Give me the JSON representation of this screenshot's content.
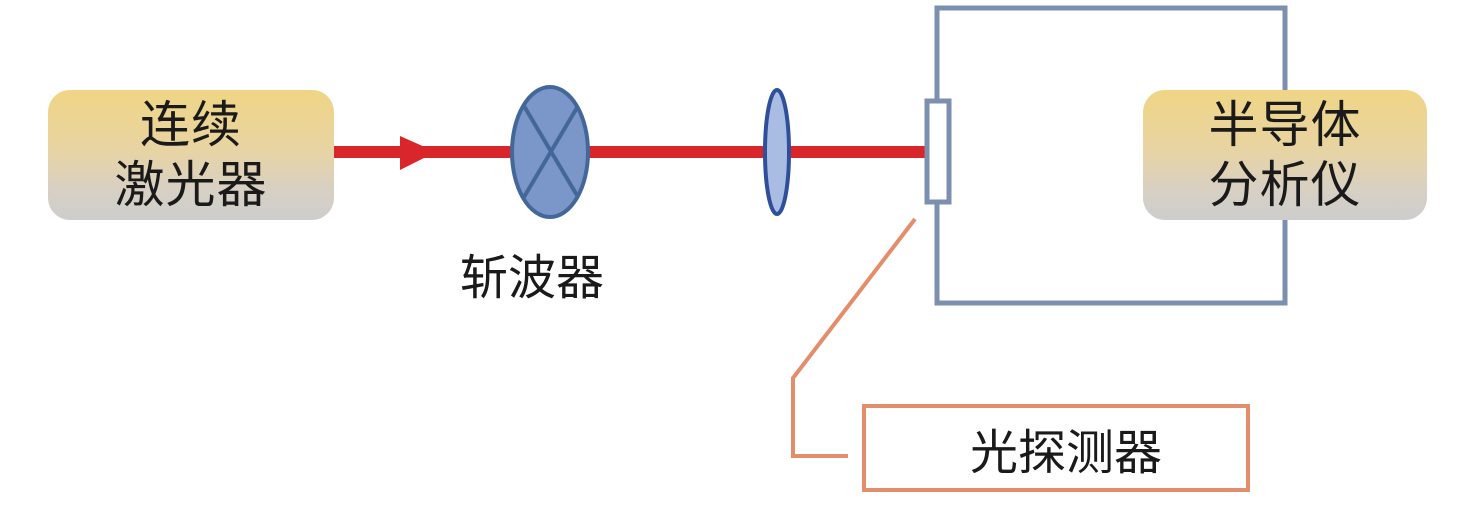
{
  "diagram": {
    "title": "Optical measurement setup",
    "laser": {
      "line1": "连续",
      "line2": "激光器"
    },
    "chopper": {
      "label": "斩波器"
    },
    "detector": {
      "label": "光探测器"
    },
    "analyzer": {
      "line1": "半导体",
      "line2": "分析仪"
    }
  },
  "colors": {
    "beam": "#d9262b",
    "circuit": "#7b8fae",
    "chopper_fill": "#7b96c9",
    "chopper_stroke": "#44679a",
    "lens_fill": "#a9bde3",
    "lens_stroke": "#2f4f9a",
    "leader": "#e48d6a"
  }
}
